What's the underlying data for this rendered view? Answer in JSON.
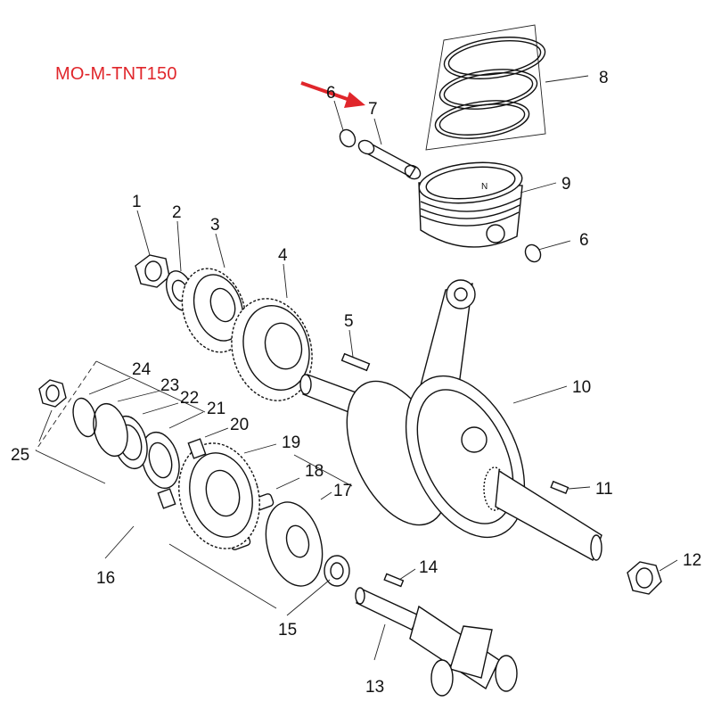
{
  "diagram": {
    "model_code": "MO-M-TNT150",
    "arrow_color": "#e0262b",
    "callouts": [
      {
        "id": "c1",
        "label": "1"
      },
      {
        "id": "c2",
        "label": "2"
      },
      {
        "id": "c3",
        "label": "3"
      },
      {
        "id": "c4",
        "label": "4"
      },
      {
        "id": "c5",
        "label": "5"
      },
      {
        "id": "c6a",
        "label": "6"
      },
      {
        "id": "c6b",
        "label": "6"
      },
      {
        "id": "c7",
        "label": "7"
      },
      {
        "id": "c8",
        "label": "8"
      },
      {
        "id": "c9",
        "label": "9"
      },
      {
        "id": "c10",
        "label": "10"
      },
      {
        "id": "c11",
        "label": "11"
      },
      {
        "id": "c12",
        "label": "12"
      },
      {
        "id": "c13",
        "label": "13"
      },
      {
        "id": "c14",
        "label": "14"
      },
      {
        "id": "c15",
        "label": "15"
      },
      {
        "id": "c16",
        "label": "16"
      },
      {
        "id": "c17",
        "label": "17"
      },
      {
        "id": "c18",
        "label": "18"
      },
      {
        "id": "c19",
        "label": "19"
      },
      {
        "id": "c20",
        "label": "20"
      },
      {
        "id": "c21",
        "label": "21"
      },
      {
        "id": "c22",
        "label": "22"
      },
      {
        "id": "c23",
        "label": "23"
      },
      {
        "id": "c24",
        "label": "24"
      },
      {
        "id": "c25",
        "label": "25"
      }
    ]
  }
}
